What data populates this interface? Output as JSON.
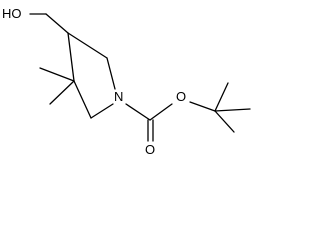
{
  "molecule": {
    "atoms": {
      "hydroxyl": "HO",
      "ring_nitrogen": "N",
      "ester_oxygen": "O",
      "carbonyl_oxygen": "O"
    },
    "colors": {
      "bond": "#000000",
      "label": "#000000",
      "background": "#ffffff"
    }
  }
}
